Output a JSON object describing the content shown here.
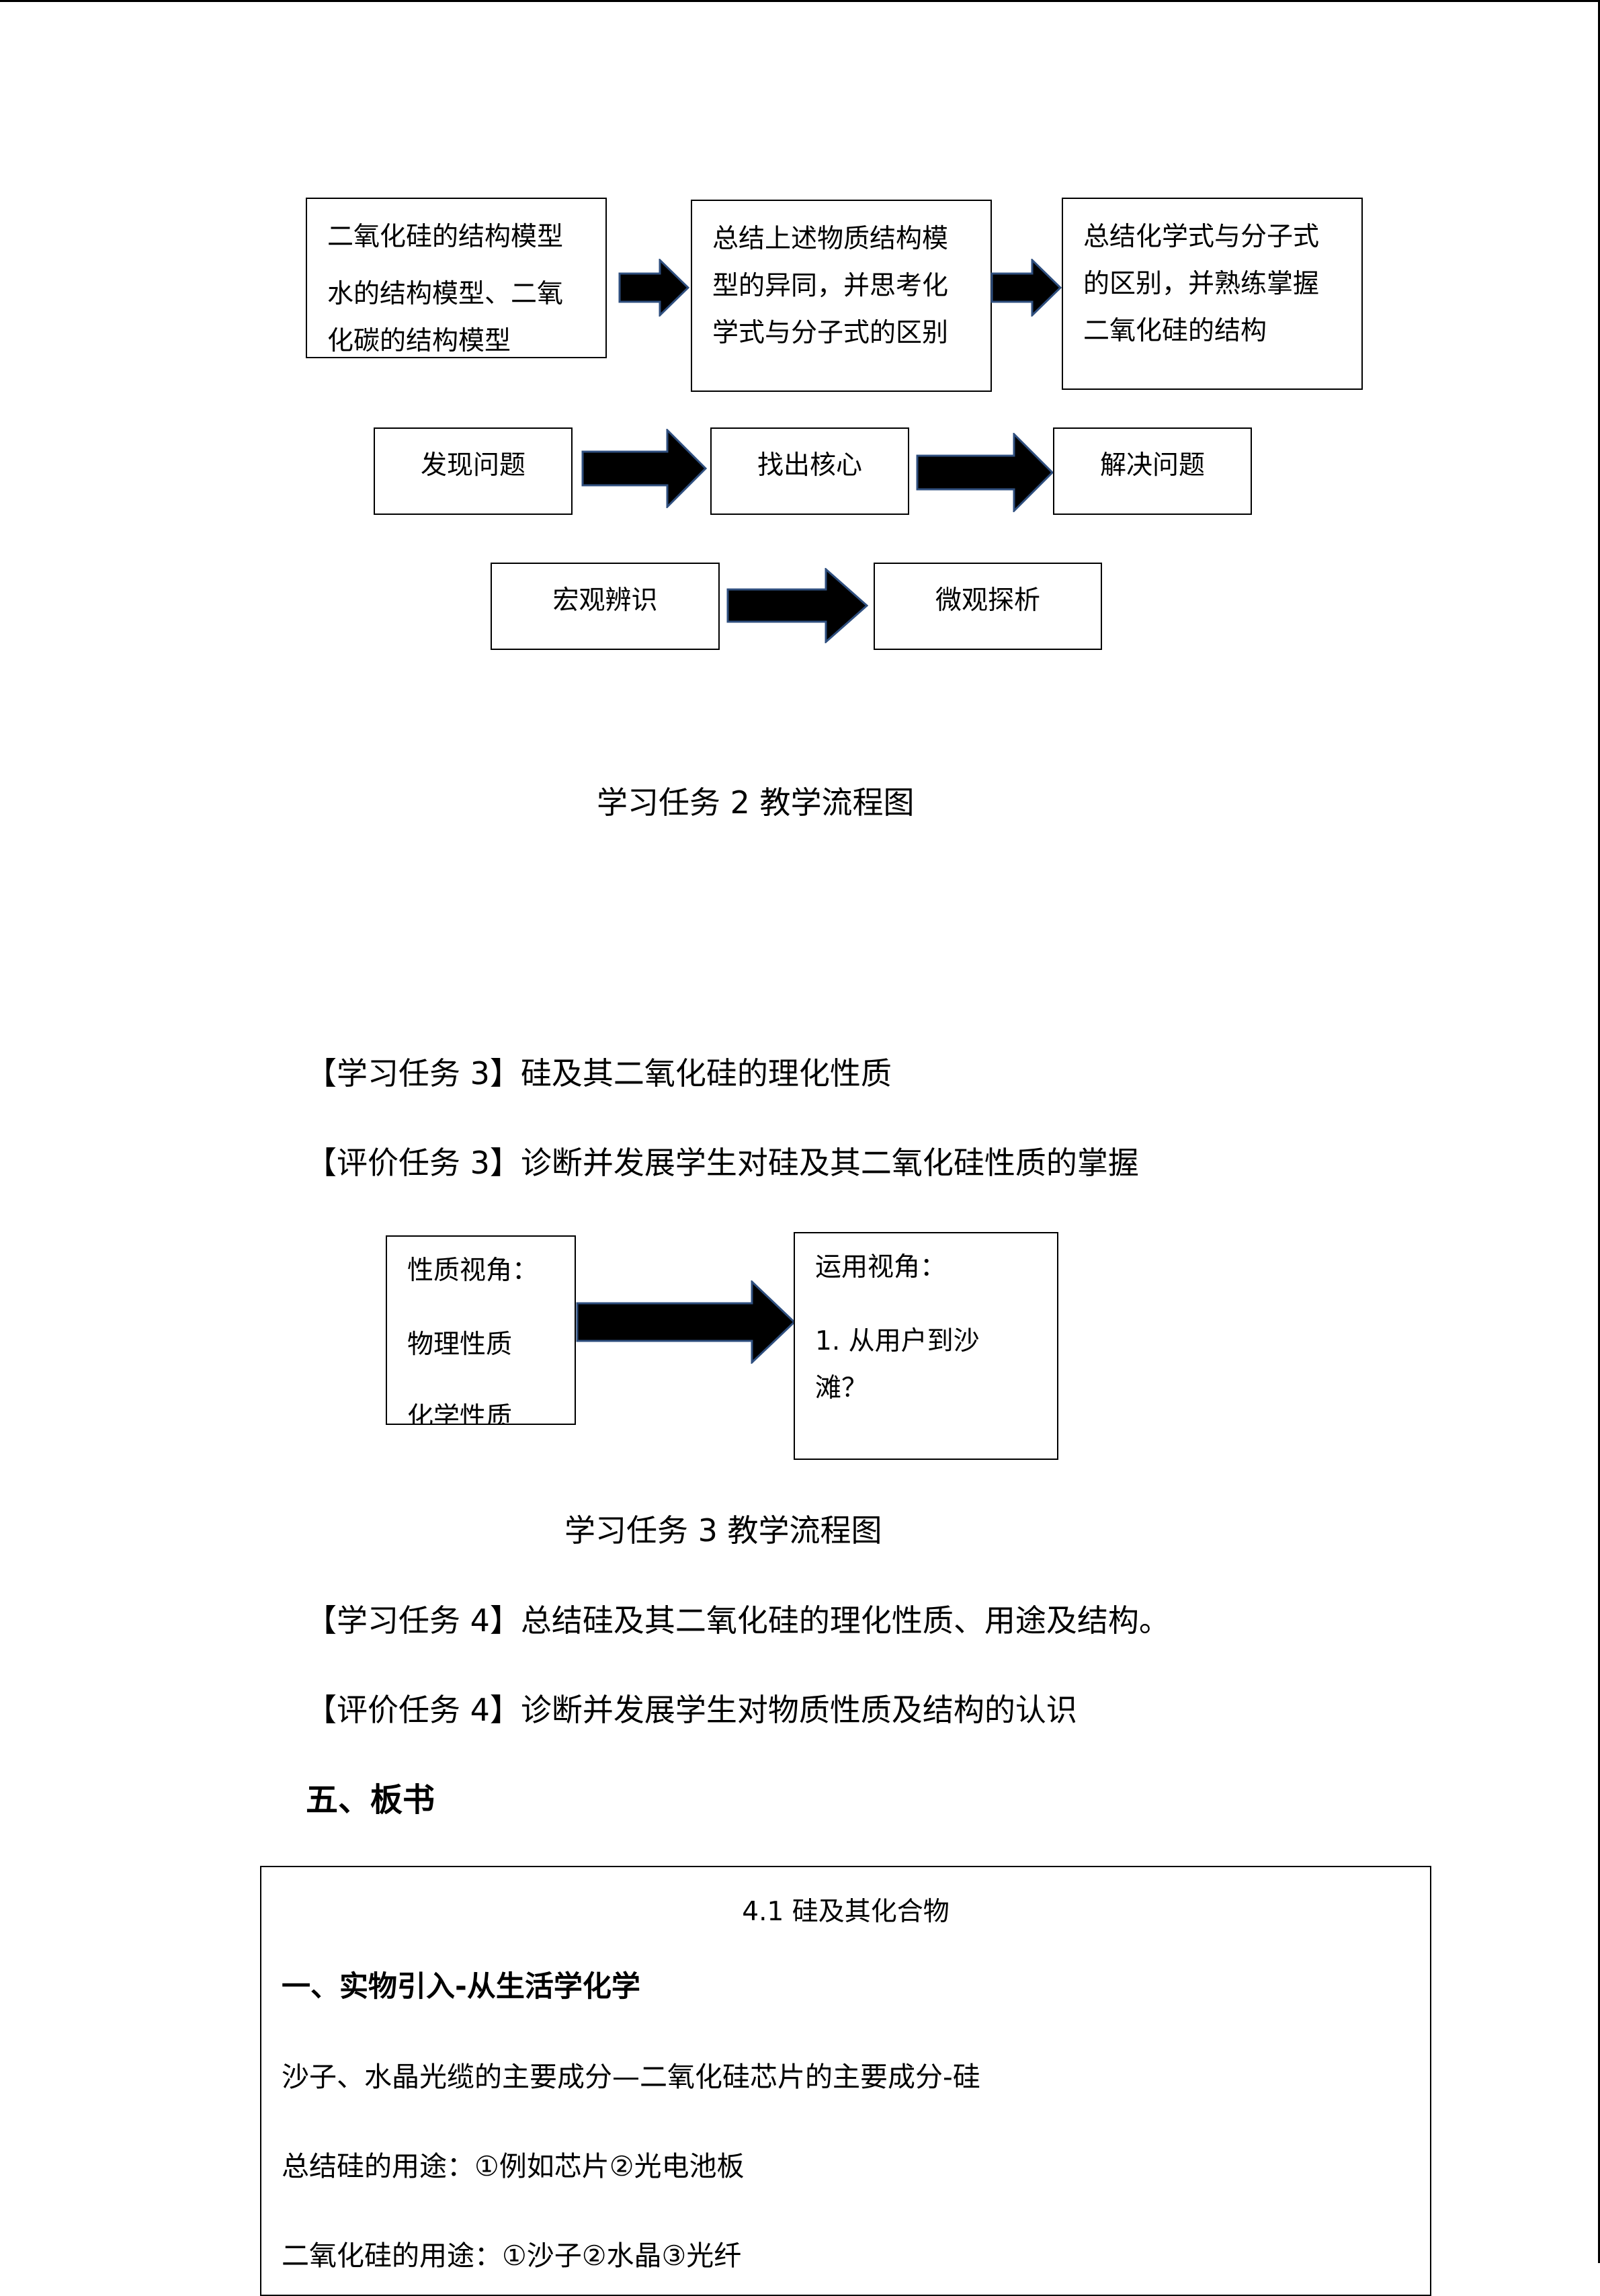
{
  "flow_row1": {
    "box1": [
      "二氧化硅的结构模型",
      "水的结构模型、二氧",
      "化碳的结构模型"
    ],
    "box2": [
      "总结上述物质结构模",
      "型的异同，并思考化",
      "学式与分子式的区别"
    ],
    "box3": [
      "总结化学式与分子式",
      "的区别，并熟练掌握",
      "二氧化硅的结构"
    ]
  },
  "flow_row2": {
    "box1": "发现问题",
    "box2": "找出核心",
    "box3": "解决问题"
  },
  "flow_row3": {
    "box1": "宏观辨识",
    "box2": "微观探析"
  },
  "caption_task2": "学习任务 2 教学流程图",
  "task3_learning": "【学习任务 3】硅及其二氧化硅的理化性质",
  "task3_eval": "【评价任务 3】诊断并发展学生对硅及其二氧化硅性质的掌握",
  "flow_task3": {
    "left": [
      "性质视角：",
      "物理性质",
      "化学性质"
    ],
    "right": [
      "运用视角：",
      "1.   从用户到沙",
      "滩？"
    ]
  },
  "caption_task3": "学习任务 3 教学流程图",
  "task4_learning": "【学习任务 4】总结硅及其二氧化硅的理化性质、用途及结构。",
  "task4_eval": "【评价任务 4】诊断并发展学生对物质性质及结构的认识",
  "section5": "五、板书",
  "board": {
    "title": "4.1  硅及其化合物",
    "heading": "一、实物引入-从生活学化学",
    "lines": [
      "沙子、水晶光缆的主要成分—二氧化硅芯片的主要成分-硅",
      "总结硅的用途：①例如芯片②光电池板",
      "二氧化硅的用途：①沙子②水晶③光纤"
    ]
  },
  "colors": {
    "arrow_fill": "#000000",
    "arrow_stroke": "#2f4f7f"
  }
}
